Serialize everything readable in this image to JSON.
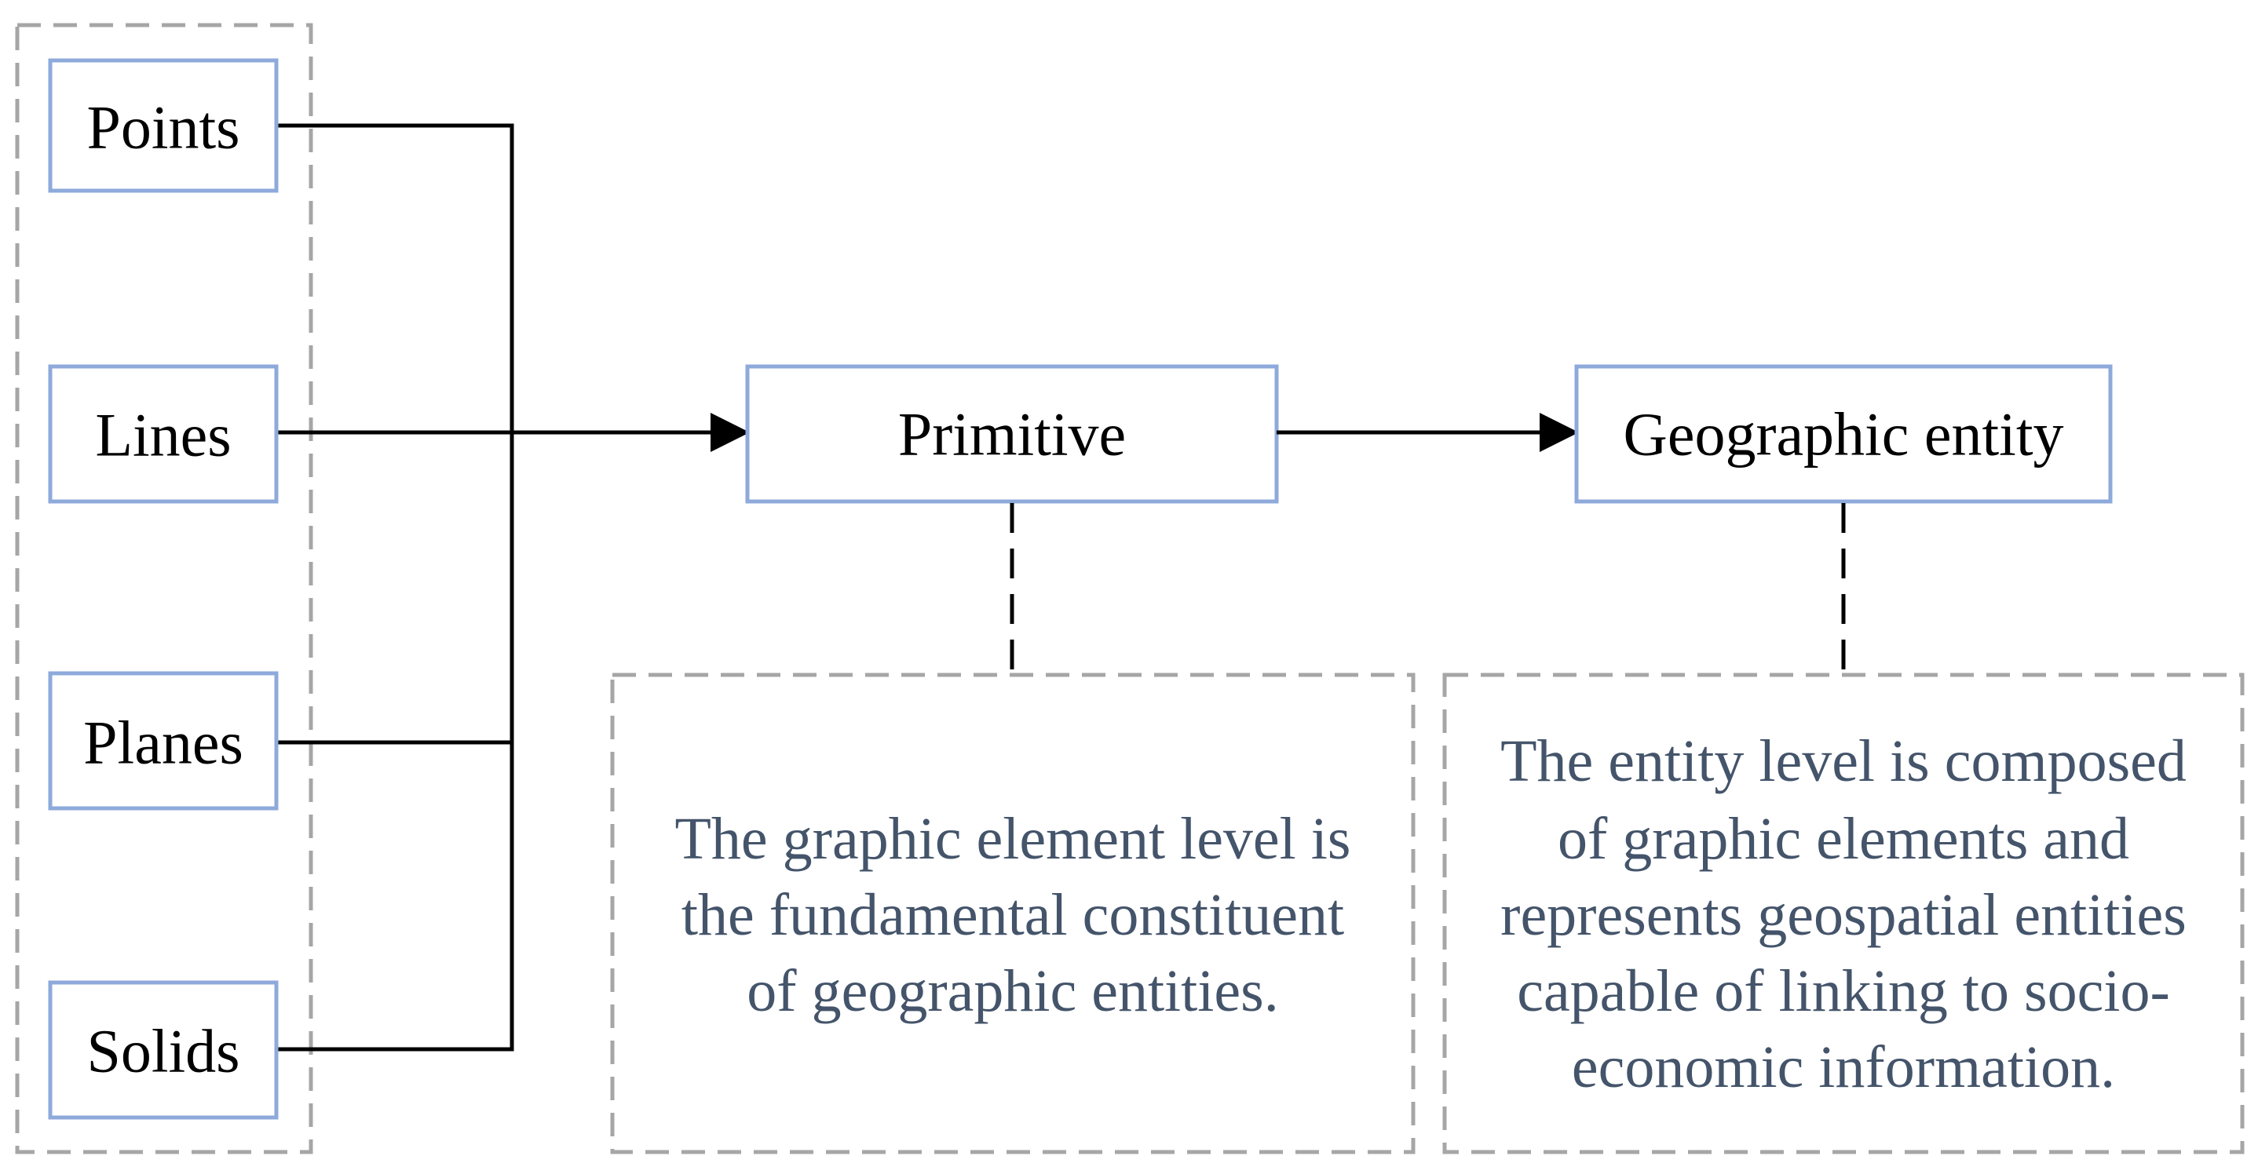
{
  "nodes": {
    "points": "Points",
    "lines": "Lines",
    "planes": "Planes",
    "solids": "Solids",
    "primitive": "Primitive",
    "geographic_entity": "Geographic entity"
  },
  "notes": {
    "primitive": [
      "The graphic element level is",
      "the fundamental constituent",
      "of geographic entities."
    ],
    "entity": [
      "The entity level is composed",
      "of graphic elements and",
      "represents geospatial entities",
      "capable of linking to socio-",
      "economic information."
    ]
  },
  "colors": {
    "node_border": "#8eaadb",
    "group_border": "#a6a6a6",
    "note_text": "#44546a",
    "connector": "#000000"
  }
}
